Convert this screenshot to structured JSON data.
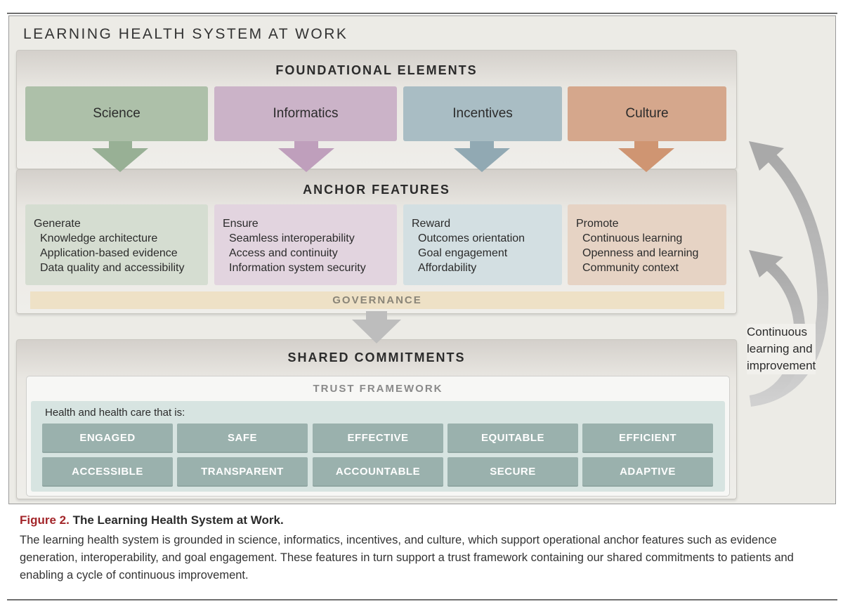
{
  "title": "LEARNING HEALTH SYSTEM AT WORK",
  "foundational": {
    "title": "FOUNDATIONAL ELEMENTS",
    "items": [
      {
        "label": "Science",
        "color": "#adc0a9",
        "arrow_color": "#98b095"
      },
      {
        "label": "Informatics",
        "color": "#cbb3c8",
        "arrow_color": "#bf9fbc"
      },
      {
        "label": "Incentives",
        "color": "#a9bdc4",
        "arrow_color": "#91a9b3"
      },
      {
        "label": "Culture",
        "color": "#d5a78c",
        "arrow_color": "#cf9572"
      }
    ]
  },
  "anchor": {
    "title": "ANCHOR FEATURES",
    "items": [
      {
        "heading": "Generate",
        "color": "#d5ddd1",
        "lines": [
          "Knowledge architecture",
          "Application-based evidence",
          "Data quality and accessibility"
        ]
      },
      {
        "heading": "Ensure",
        "color": "#e2d4df",
        "lines": [
          "Seamless interoperability",
          "Access and continuity",
          "Information system security"
        ]
      },
      {
        "heading": "Reward",
        "color": "#d3dfe2",
        "lines": [
          "Outcomes orientation",
          "Goal engagement",
          "Affordability"
        ]
      },
      {
        "heading": "Promote",
        "color": "#e6d3c4",
        "lines": [
          "Continuous learning",
          "Openness and learning",
          "Community context"
        ]
      }
    ]
  },
  "governance": "GOVERNANCE",
  "shared": {
    "title": "SHARED COMMITMENTS",
    "trust_title": "TRUST FRAMEWORK",
    "intro": "Health and health care that is:",
    "row1": [
      "ENGAGED",
      "SAFE",
      "EFFECTIVE",
      "EQUITABLE",
      "EFFICIENT"
    ],
    "row2": [
      "ACCESSIBLE",
      "TRANSPARENT",
      "ACCOUNTABLE",
      "SECURE",
      "ADAPTIVE"
    ]
  },
  "cycle_label": [
    "Continuous",
    "learning and",
    "improvement"
  ],
  "caption": {
    "figure_label": "Figure 2.",
    "figure_title": "The Learning Health System at Work.",
    "body": "The learning health system is grounded in science, informatics, incentives, and culture, which support operational anchor features such as evidence generation, interoperability, and goal engagement. These features in turn support a trust framework containing our shared commitments to patients and enabling a cycle of continuous improvement."
  }
}
